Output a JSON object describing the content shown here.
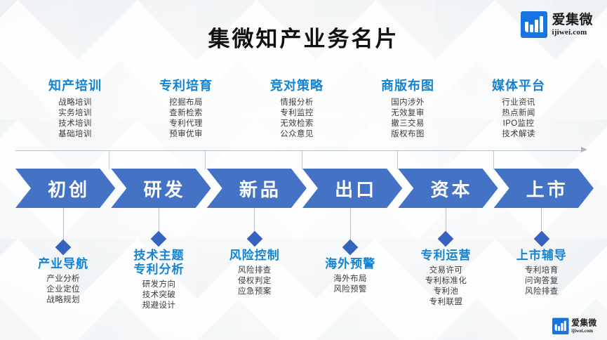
{
  "page_title": "集微知产业务名片",
  "brand": {
    "logo_cn": "爱集微",
    "logo_en": "ijiwei.com",
    "logo_mark_name": "ijiwei-bar-logo-icon",
    "accent_blue": "#1383d4",
    "chevron_blue": "#4472c4",
    "diamond_blue": "#3563c0",
    "logo_blue": "#1675e0"
  },
  "top_clusters": [
    {
      "title": "知产培训",
      "items": [
        "战略培训",
        "实务培训",
        "技术培训",
        "基础培训"
      ]
    },
    {
      "title": "专利培育",
      "items": [
        "挖掘布局",
        "查新检索",
        "专利代理",
        "预审优审"
      ]
    },
    {
      "title": "竞对策略",
      "items": [
        "情报分析",
        "专利监控",
        "无效检索",
        "公众意见"
      ]
    },
    {
      "title": "商版布图",
      "items": [
        "国内涉外",
        "无效复审",
        "撤三交易",
        "版权布图"
      ]
    },
    {
      "title": "媒体平台",
      "items": [
        "行业资讯",
        "热点新闻",
        "IPO监控",
        "技术解读"
      ]
    }
  ],
  "stages": [
    {
      "label": "初创"
    },
    {
      "label": "研发"
    },
    {
      "label": "新品"
    },
    {
      "label": "出口"
    },
    {
      "label": "资本"
    },
    {
      "label": "上市"
    }
  ],
  "bottom_clusters": [
    {
      "title": "产业导航",
      "items": [
        "产业分析",
        "企业定位",
        "战略规划"
      ]
    },
    {
      "title": "技术主题\n专利分析",
      "items": [
        "研发方向",
        "技术突破",
        "规避设计"
      ]
    },
    {
      "title": "风险控制",
      "items": [
        "风险排查",
        "侵权判定",
        "应急预案"
      ]
    },
    {
      "title": "海外预警",
      "items": [
        "海外布局",
        "风险预警"
      ]
    },
    {
      "title": "专利运营",
      "items": [
        "交易许可",
        "专利标准化",
        "专利池",
        "专利联盟"
      ]
    },
    {
      "title": "上市辅导",
      "items": [
        "专利培育",
        "问询答复",
        "风险排查"
      ]
    }
  ]
}
